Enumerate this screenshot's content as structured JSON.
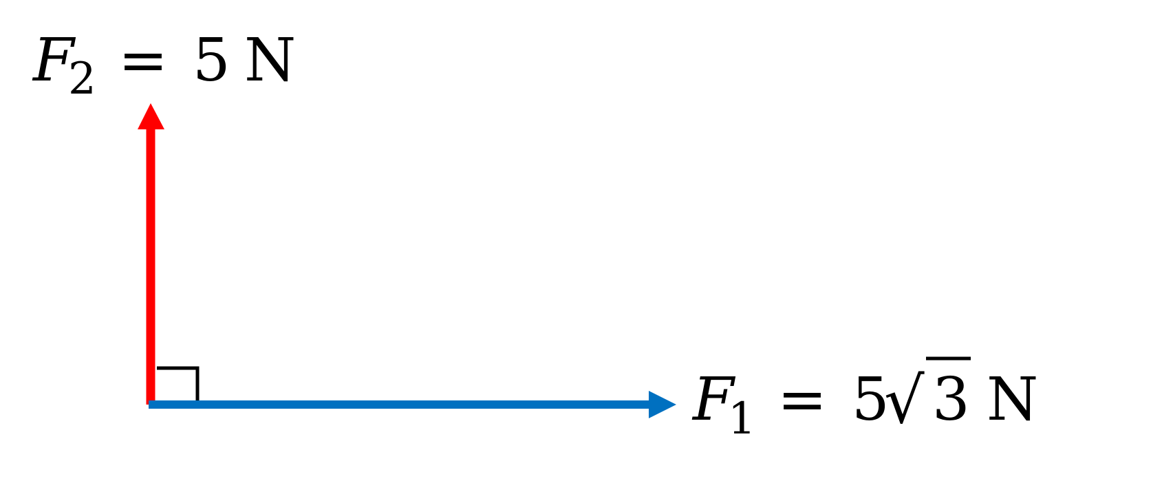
{
  "diagram": {
    "vectors": [
      {
        "id": "F1",
        "symbol": "F",
        "subscript": "1",
        "equals": "=",
        "coefficient": "5",
        "radical": "√",
        "radicand": "3",
        "unit": "N",
        "direction": "right",
        "color": "#0070C0"
      },
      {
        "id": "F2",
        "symbol": "F",
        "subscript": "2",
        "equals": "=",
        "magnitude": "5",
        "unit": "N",
        "direction": "up",
        "color": "#FF0000"
      }
    ],
    "angle_between": "right angle",
    "angle_marker_color": "#000000"
  }
}
